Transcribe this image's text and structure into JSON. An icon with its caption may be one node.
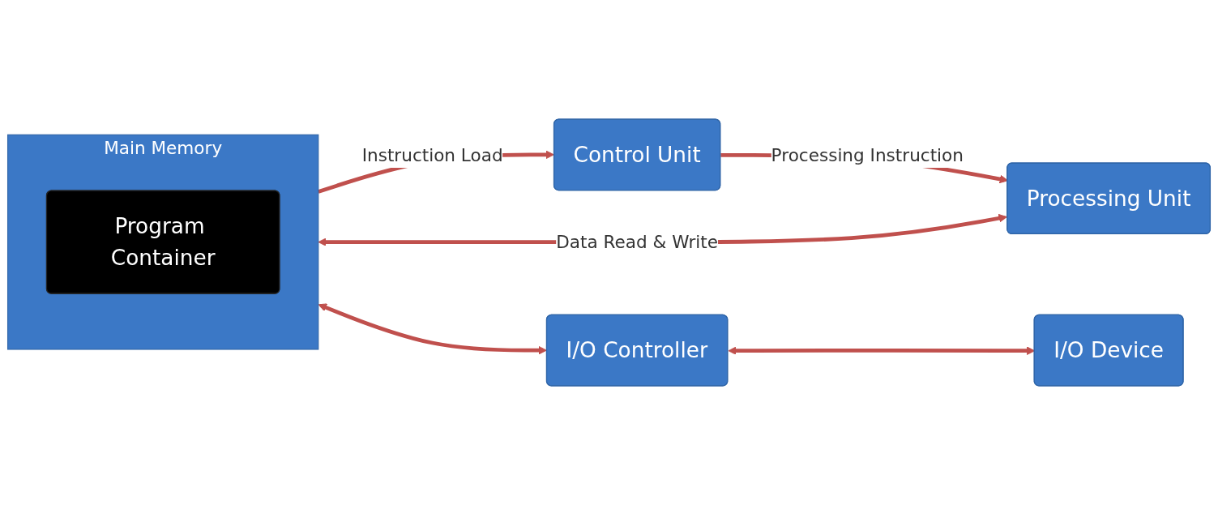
{
  "diagram": {
    "nodes": [
      {
        "text": [
          "Control Unit"
        ]
      },
      {
        "text": [
          "Processing Unit"
        ]
      },
      {
        "text": [
          "Main Memory"
        ]
      },
      {
        "text": [
          "Program Container"
        ],
        "in": 2
      },
      {
        "text": [
          "I/O Controller"
        ]
      },
      {
        "text": [
          "I/O Device"
        ]
      }
    ],
    "edges": [
      {
        "from": 2,
        "to": 0,
        "arrow": "to",
        "label": "Instruction Load"
      },
      {
        "from": 0,
        "to": 1,
        "arrow": "to",
        "label": "Processing Instruction"
      },
      {
        "from": 1,
        "to": 2,
        "arrow": "both",
        "label": "Data Read & Write"
      },
      {
        "from": 2,
        "to": 4,
        "arrow": "both"
      },
      {
        "from": 4,
        "to": 5,
        "arrow": "both"
      }
    ]
  }
}
